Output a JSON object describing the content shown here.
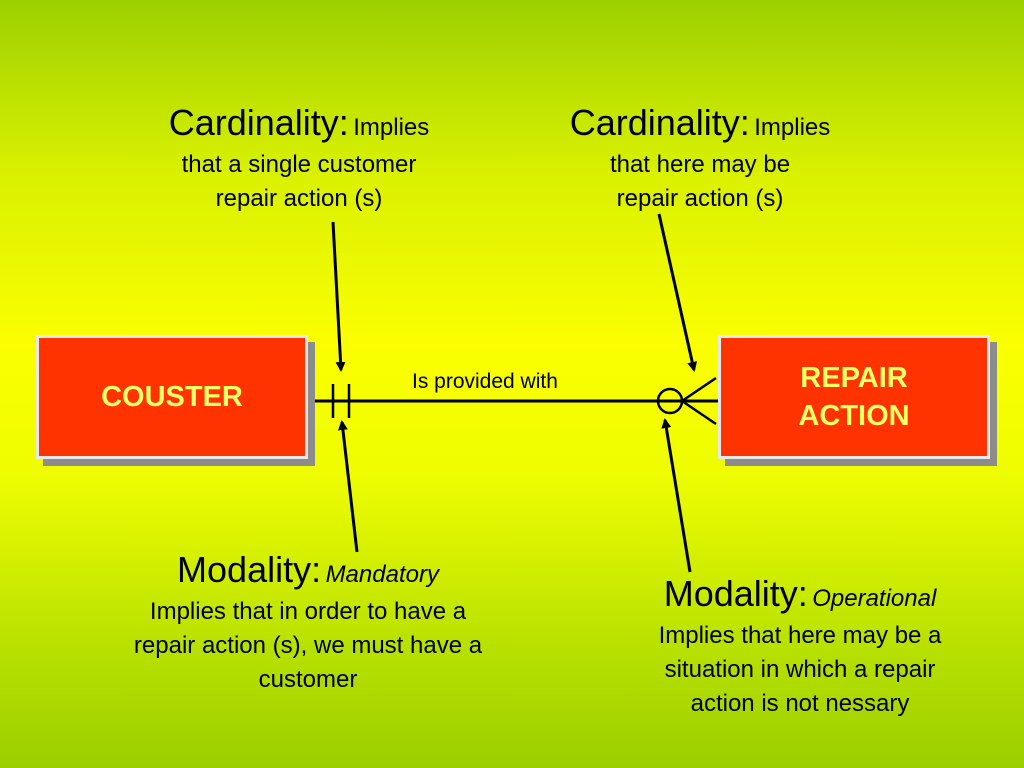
{
  "notes": {
    "card_left": {
      "title": "Cardinality:",
      "title_tail": "Implies",
      "body": "that a single customer repair action (s)"
    },
    "card_right": {
      "title": "Cardinality:",
      "title_tail": "Implies",
      "body": "that here may be repair action (s)"
    },
    "mod_left": {
      "title": "Modality:",
      "title_tail": "Mandatory",
      "body": "Implies that in order to have a repair action (s), we must have a customer"
    },
    "mod_right": {
      "title": "Modality:",
      "title_tail": "Operational",
      "body": "Implies that here may be a situation in which a repair action is not nessary"
    }
  },
  "entities": {
    "left": "COUSTER",
    "right": "REPAIR ACTION"
  },
  "relationship": {
    "label": "Is provided with"
  },
  "colors": {
    "entity_fill": "#ff3300",
    "entity_text": "#ffff66",
    "background_top": "#9dd000",
    "background_mid": "#fbff00"
  }
}
